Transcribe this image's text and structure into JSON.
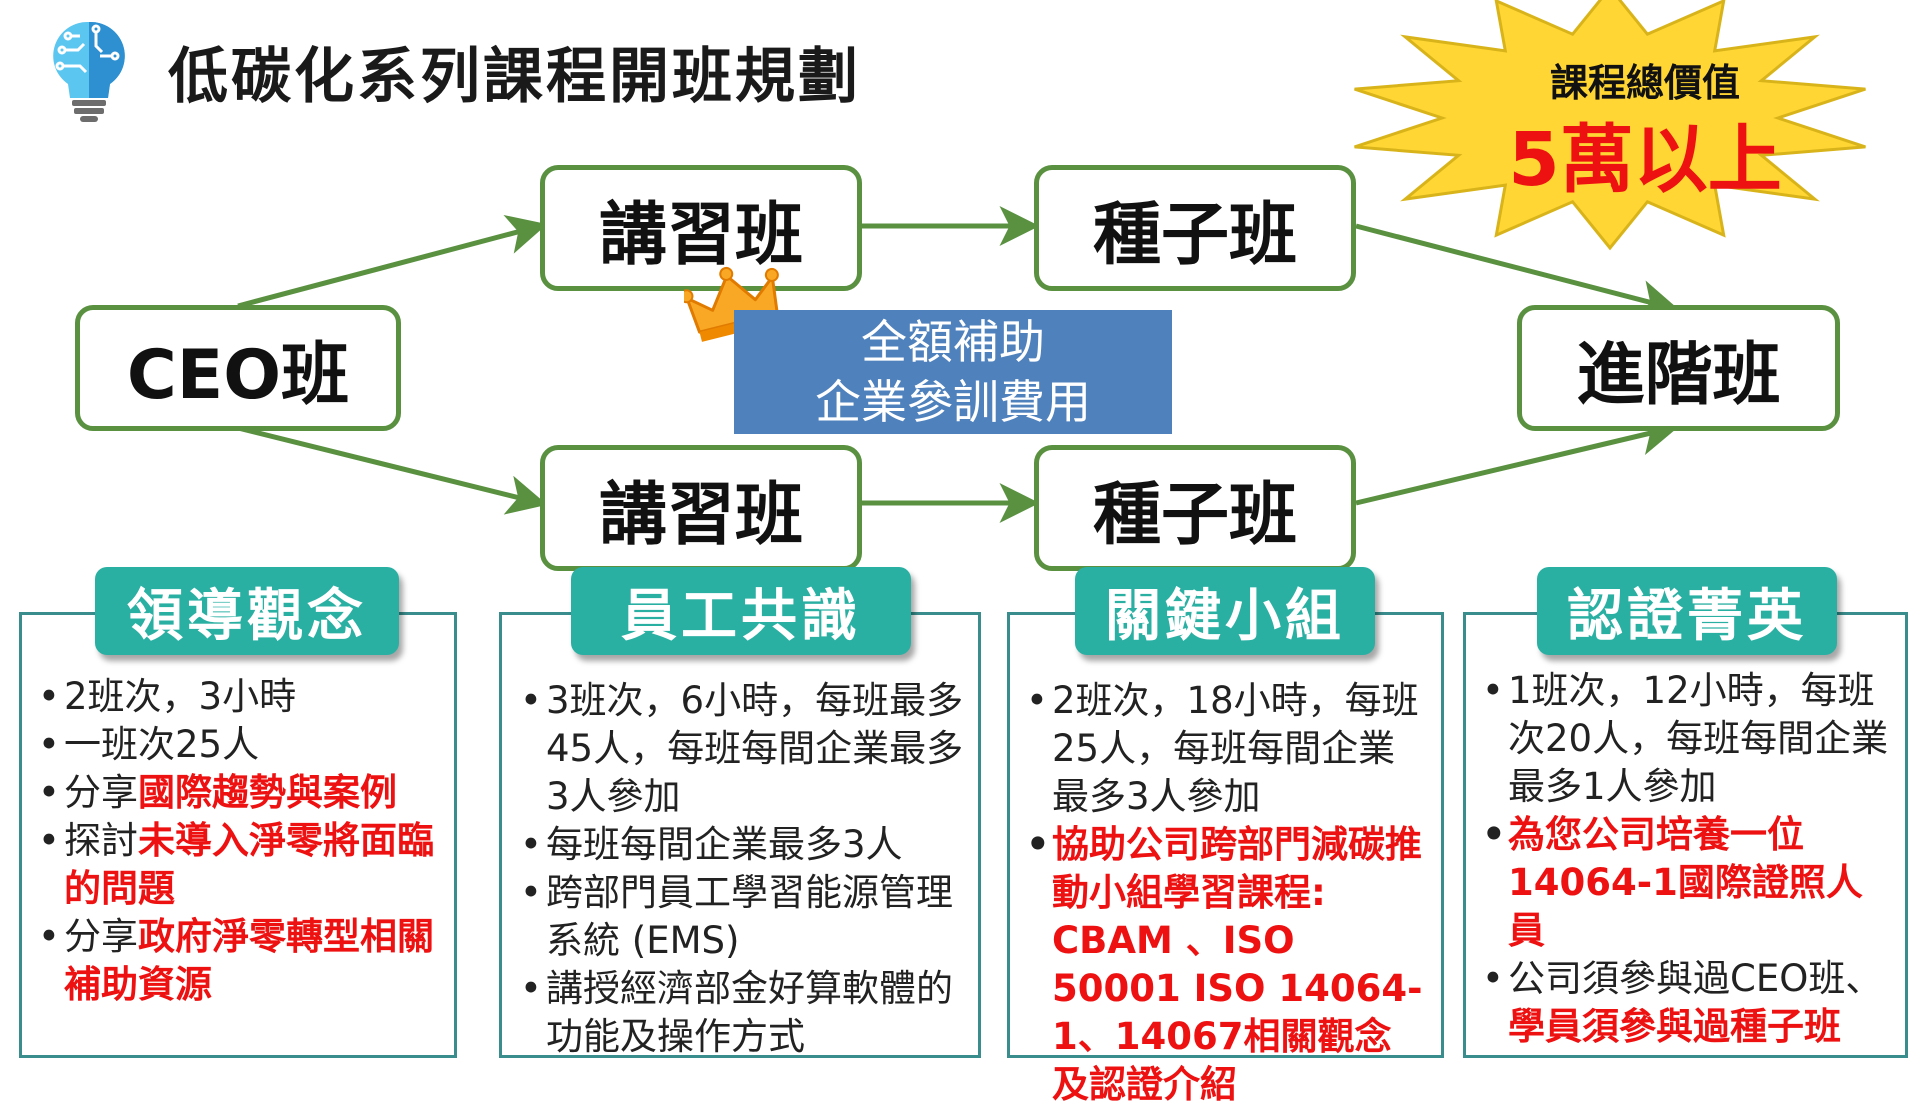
{
  "title": "低碳化系列課程開班規劃",
  "burst": {
    "caption": "課程總價值",
    "value": "5萬以上"
  },
  "nodes": {
    "ceo": "CEO班",
    "lecture_top": "講習班",
    "seed_top": "種子班",
    "lecture_bottom": "講習班",
    "seed_bottom": "種子班",
    "advanced": "進階班"
  },
  "subsidy": {
    "line1": "全額補助",
    "line2": "企業參訓費用"
  },
  "panels": {
    "leadership": {
      "badge": "領導觀念",
      "b1": "2班次，3小時",
      "b2": "一班次25人",
      "b3_pre": "分享",
      "b3_em": "國際趨勢與案例",
      "b4_pre": "探討",
      "b4_em": "未導入淨零將面臨的問題",
      "b5_pre": "分享",
      "b5_em": "政府淨零轉型相關補助資源"
    },
    "staff": {
      "badge": "員工共識",
      "b1": "3班次，6小時，每班最多45人，每班每間企業最多3人參加",
      "b2": "每班每間企業最多3人",
      "b3": "跨部門員工學習能源管理系統 (EMS)",
      "b4": "講授經濟部金好算軟體的功能及操作方式"
    },
    "key_group": {
      "badge": "關鍵小組",
      "b1": "2班次，18小時，每班25人，每班每間企業最多3人參加",
      "b2": "協助公司跨部門減碳推動小組學習課程: CBAM 、ISO 50001 ISO 14064-1、14067相關觀念及認證介紹"
    },
    "certified": {
      "badge": "認證菁英",
      "b1": "1班次，12小時，每班次20人，每班每間企業最多1人參加",
      "b2": "為您公司培養一位14064-1國際證照人員",
      "b3_pre": "公司須參與過CEO班、",
      "b3_em": "學員須參與過種子班"
    }
  },
  "colors": {
    "node_border": "#5a9140",
    "arrow": "#5a9140",
    "badge": "#2ab0a3",
    "panel_border": "#3a8d8d",
    "subsidy": "#4f81bd",
    "emphasis": "#ee1111",
    "burst_fill": "#ffd633"
  },
  "icons": {
    "logo": "lightbulb-circuit-icon",
    "crown": "crown-icon"
  }
}
